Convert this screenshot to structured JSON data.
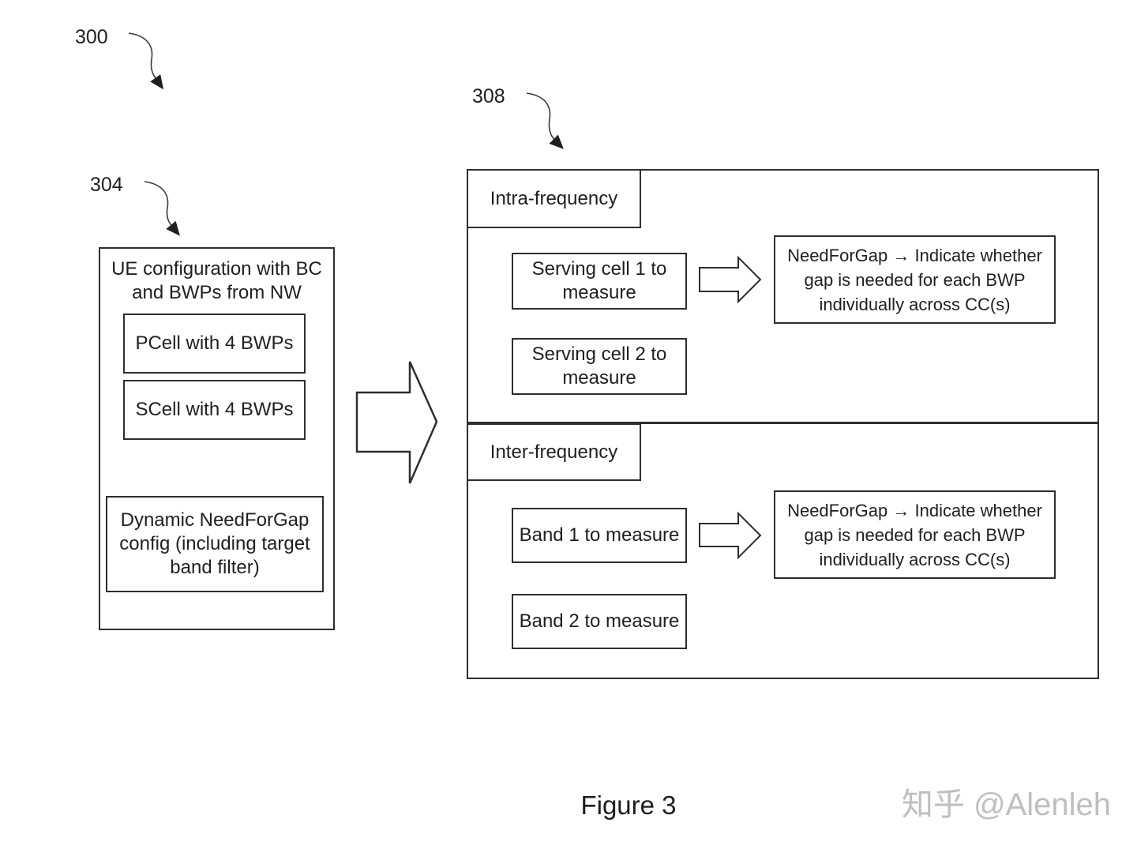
{
  "colors": {
    "ink": "#2e2e2e",
    "text": "#1f1f1f",
    "watermark_gray": "#bfbfbf",
    "background": "#ffffff"
  },
  "ref_labels": {
    "r300": "300",
    "r304": "304",
    "r308": "308"
  },
  "ue_config": {
    "title1": "UE configuration with BC",
    "title2": "and BWPs from NW",
    "pcell": "PCell with 4 BWPs",
    "scell": "SCell with 4 BWPs",
    "dyn1": "Dynamic NeedForGap",
    "dyn2": "config (including target",
    "dyn3": "band filter)"
  },
  "measurement": {
    "intra_tab": "Intra-frequency",
    "inter_tab": "Inter-frequency",
    "serving1a": "Serving cell 1 to",
    "serving1b": "measure",
    "serving2a": "Serving cell 2 to",
    "serving2b": "measure",
    "band1": "Band 1 to measure",
    "band2": "Band 2 to measure",
    "nfg_intra1": "NeedForGap → Indicate whether",
    "nfg_intra2": "gap is needed for each BWP",
    "nfg_intra3": "individually across CC(s)",
    "nfg_inter1": "NeedForGap → Indicate whether",
    "nfg_inter2": "gap is needed for each BWP",
    "nfg_inter3": "individually across CC(s)"
  },
  "caption": "Figure 3",
  "watermark": "知乎 @Alenleh"
}
